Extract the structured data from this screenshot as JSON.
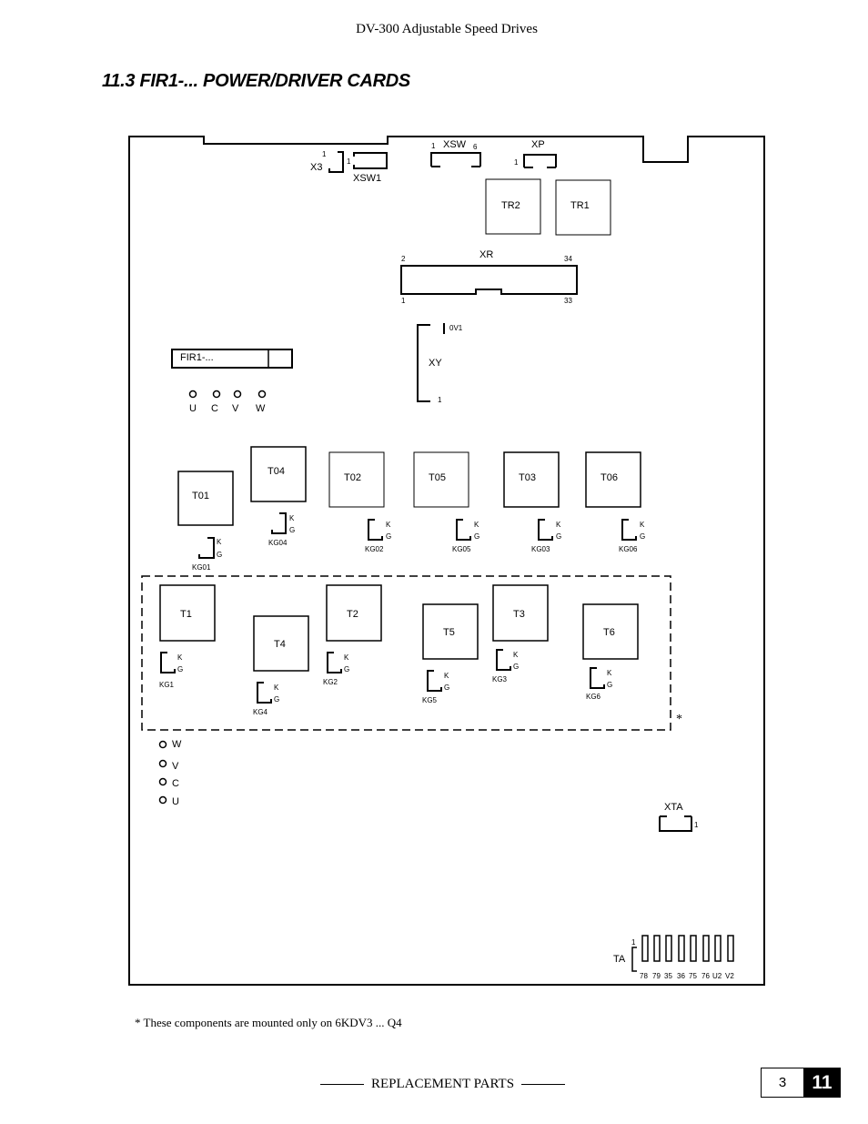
{
  "header": "DV-300 Adjustable Speed Drives",
  "section_title": "11.3 FIR1-...  POWER/DRIVER CARDS",
  "board": {
    "connectors": {
      "x3": "X3",
      "xsw1": "XSW1",
      "xsw": "XSW",
      "xp": "XP",
      "xr": "XR",
      "xy": "XY",
      "xta": "XTA",
      "ta": "TA",
      "pin_1": "1",
      "pin_2": "2",
      "pin_6": "6",
      "pin_33": "33",
      "pin_34": "34",
      "ov1": "0V1"
    },
    "transformers": {
      "tr2": "TR2",
      "tr1": "TR1"
    },
    "card_label": "FIR1-...",
    "top_terminals": [
      "U",
      "C",
      "V",
      "W"
    ],
    "thyristors_upper": [
      "T01",
      "T04",
      "T02",
      "T05",
      "T03",
      "T06"
    ],
    "gates_upper": [
      "KG01",
      "KG04",
      "KG02",
      "KG05",
      "KG03",
      "KG06"
    ],
    "thyristors_lower": [
      "T1",
      "T4",
      "T2",
      "T5",
      "T3",
      "T6"
    ],
    "gates_lower": [
      "KG1",
      "KG4",
      "KG2",
      "KG5",
      "KG3",
      "KG6"
    ],
    "gate_pins": {
      "k": "K",
      "g": "G"
    },
    "optional_marker": "*",
    "side_terminals": [
      "W",
      "V",
      "C",
      "U"
    ],
    "ta_pins": [
      "78",
      "79",
      "35",
      "36",
      "75",
      "76",
      "U2",
      "V2"
    ]
  },
  "note": "*  These components are mounted only on 6KDV3 ... Q4",
  "footer": {
    "section_name": "REPLACEMENT PARTS",
    "page": "3",
    "chapter": "11"
  }
}
